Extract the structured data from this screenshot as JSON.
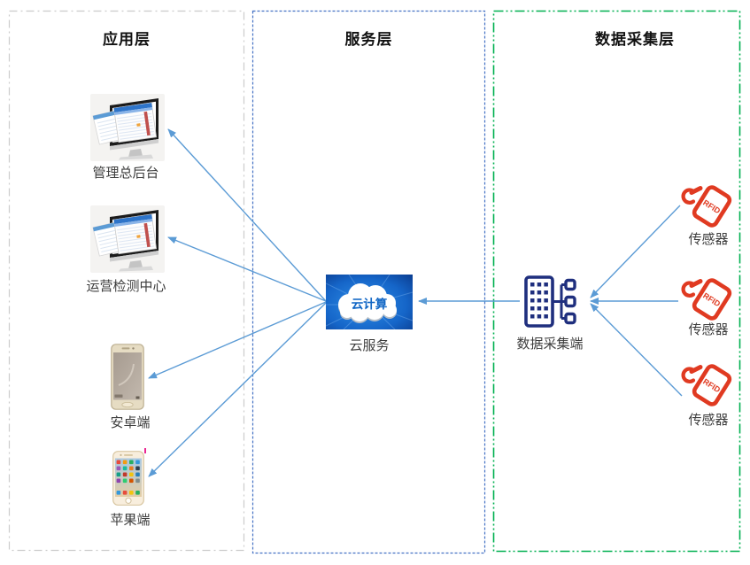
{
  "layers": [
    {
      "id": "application",
      "title": "应用层"
    },
    {
      "id": "service",
      "title": "服务层"
    },
    {
      "id": "collection",
      "title": "数据采集层"
    }
  ],
  "nodes": {
    "admin_backend": {
      "label": "管理总后台",
      "icon": "desktop-spreadsheet-icon"
    },
    "ops_center": {
      "label": "运营检测中心",
      "icon": "desktop-spreadsheet-icon"
    },
    "android_client": {
      "label": "安卓端",
      "icon": "android-phone-icon"
    },
    "ios_client": {
      "label": "苹果端",
      "icon": "iphone-icon"
    },
    "cloud_service": {
      "label": "云服务",
      "badge": "云计算",
      "icon": "cloud-computing-icon"
    },
    "collector": {
      "label": "数据采集端",
      "icon": "data-collector-icon"
    },
    "sensors": [
      {
        "label": "传感器",
        "tag": "RFID",
        "icon": "rfid-tag-icon"
      },
      {
        "label": "传感器",
        "tag": "RFID",
        "icon": "rfid-tag-icon"
      },
      {
        "label": "传感器",
        "tag": "RFID",
        "icon": "rfid-tag-icon"
      }
    ]
  },
  "connections": [
    {
      "from": "cloud_service",
      "to": "admin_backend"
    },
    {
      "from": "cloud_service",
      "to": "ops_center"
    },
    {
      "from": "cloud_service",
      "to": "android_client"
    },
    {
      "from": "cloud_service",
      "to": "ios_client"
    },
    {
      "from": "collector",
      "to": "cloud_service"
    },
    {
      "from": "sensor_1",
      "to": "collector"
    },
    {
      "from": "sensor_2",
      "to": "collector"
    },
    {
      "from": "sensor_3",
      "to": "collector"
    }
  ],
  "colors": {
    "arrow": "#5B9BD5",
    "application_border": "#CCCCCC",
    "service_border": "#4472C4",
    "collection_border": "#00B050",
    "rfid_red": "#E03A21",
    "collector_navy": "#1F2F7E",
    "cloud_text_blue": "#1166C4"
  }
}
